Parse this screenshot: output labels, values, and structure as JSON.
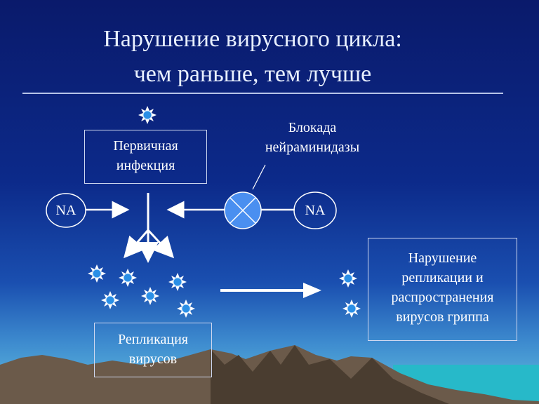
{
  "title": {
    "line1": "Нарушение вирусного цикла:",
    "line2": "чем раньше, тем лучше"
  },
  "boxes": {
    "primary_infection": [
      "Первичная",
      "инфекция"
    ],
    "replication": [
      "Репликация",
      "вирусов"
    ],
    "disruption": [
      "Нарушение",
      "репликации и",
      "распространения",
      "вирусов гриппа"
    ]
  },
  "labels": {
    "blockade": [
      "Блокада",
      "нейраминидазы"
    ],
    "na_left": "NA",
    "na_right": "NA"
  },
  "colors": {
    "virus_fill": "#2a8fe6",
    "inhibitor_fill": "#4a8ff0",
    "mountain": "#6b5a4a"
  }
}
